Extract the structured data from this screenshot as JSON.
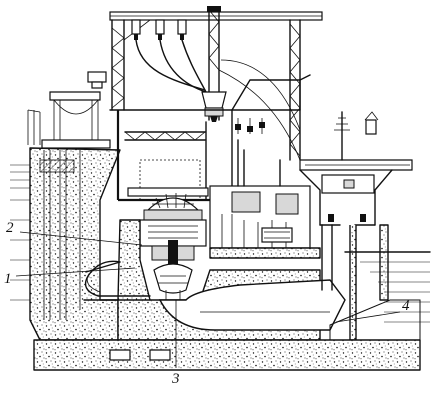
{
  "figure": {
    "background": "#ffffff",
    "ink_color": "#111111"
  },
  "callouts": [
    {
      "id": "c2",
      "label": "2"
    },
    {
      "id": "c1",
      "label": "1"
    },
    {
      "id": "c3",
      "label": "3"
    },
    {
      "id": "c4",
      "label": "4"
    }
  ]
}
